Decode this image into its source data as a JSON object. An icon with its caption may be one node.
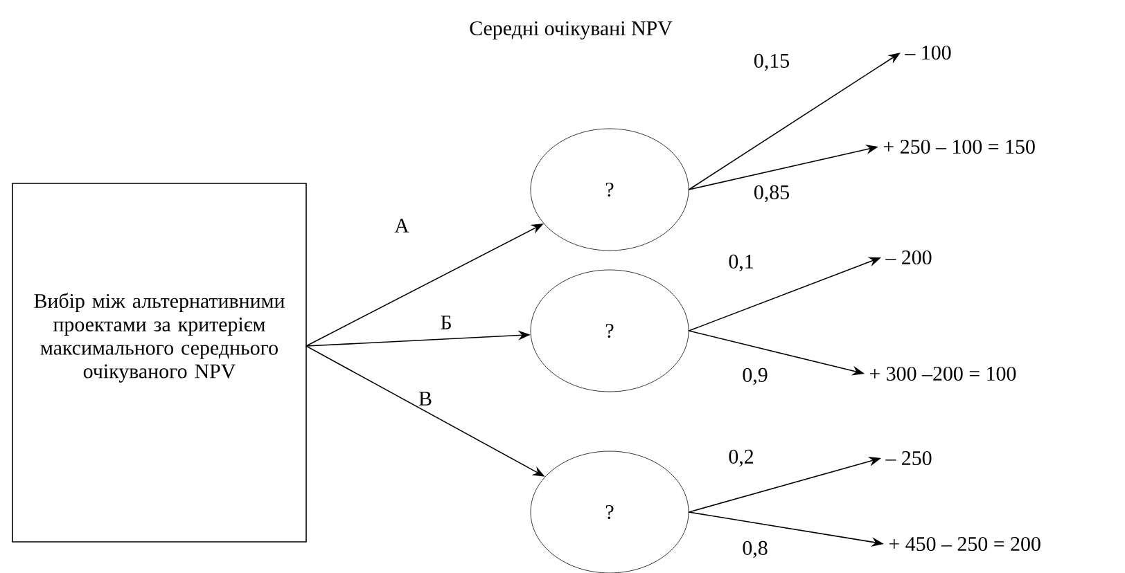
{
  "diagram": {
    "title": "Середні очікувані NPV",
    "nodes": [
      {
        "text": [
          "Вибір між альтернативними проектами за критерієм максимального середнього очікуваного NPV"
        ]
      },
      {
        "text": [
          "?"
        ]
      },
      {
        "text": [
          "?"
        ]
      },
      {
        "text": [
          "?"
        ]
      },
      {
        "text": [
          "– 100"
        ]
      },
      {
        "text": [
          "+ 250 – 100 = 150"
        ]
      },
      {
        "text": [
          "– 200"
        ]
      },
      {
        "text": [
          "+ 300 –200 = 100"
        ]
      },
      {
        "text": [
          "– 250"
        ]
      },
      {
        "text": [
          "+ 450 – 250 = 200"
        ]
      }
    ],
    "edges": [
      {
        "from": 0,
        "to": 1,
        "arrow": "to",
        "label": "А"
      },
      {
        "from": 0,
        "to": 2,
        "arrow": "to",
        "label": "Б"
      },
      {
        "from": 0,
        "to": 3,
        "arrow": "to",
        "label": "В"
      },
      {
        "from": 1,
        "to": 4,
        "arrow": "to",
        "label": "0,15"
      },
      {
        "from": 1,
        "to": 5,
        "arrow": "to",
        "label": "0,85"
      },
      {
        "from": 2,
        "to": 6,
        "arrow": "to",
        "label": "0,1"
      },
      {
        "from": 2,
        "to": 7,
        "arrow": "to",
        "label": "0,9"
      },
      {
        "from": 3,
        "to": 8,
        "arrow": "to",
        "label": "0,2"
      },
      {
        "from": 3,
        "to": 9,
        "arrow": "to",
        "label": "0,8"
      }
    ]
  }
}
